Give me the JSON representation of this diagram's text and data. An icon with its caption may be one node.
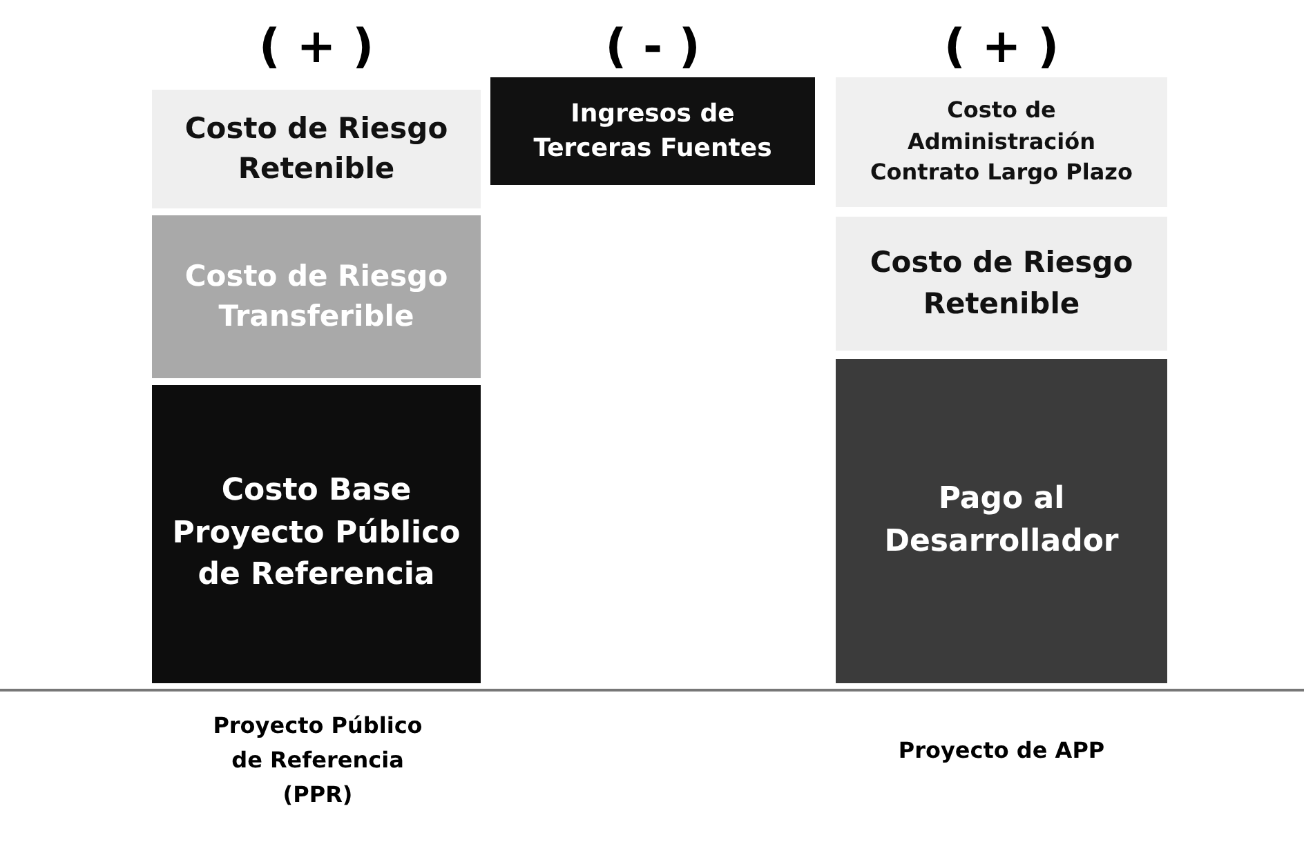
{
  "diagram": {
    "nodes": [
      {
        "text": [
          "Costo de Riesgo Retenible"
        ]
      },
      {
        "text": [
          "Costo de Riesgo Transferible"
        ]
      },
      {
        "text": [
          "Costo Base Proyecto Público de Referencia"
        ]
      },
      {
        "text": [
          "Ingresos de Terceras Fuentes"
        ]
      },
      {
        "text": [
          "Costo de Administración Contrato Largo Plazo"
        ]
      },
      {
        "text": [
          "Costo de Riesgo Retenible"
        ]
      },
      {
        "text": [
          "Pago al Desarrollador"
        ]
      }
    ],
    "edges": [],
    "labels": [
      "( + )",
      "( - )",
      "( + )",
      "Proyecto Público de Referencia (PPR)",
      "Proyecto de APP"
    ]
  }
}
